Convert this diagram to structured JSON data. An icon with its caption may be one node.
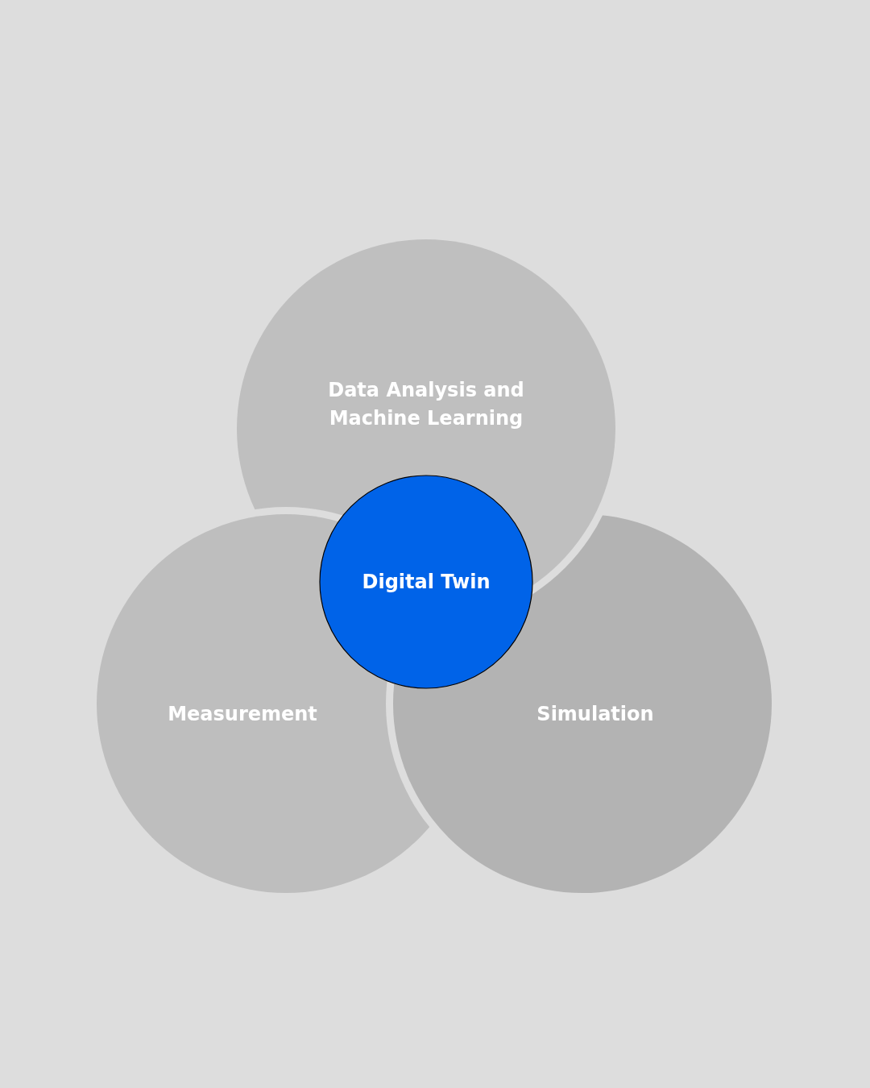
{
  "diagram": {
    "nodes": [
      {
        "text": [
          "Data Analysis and Machine Learning"
        ]
      },
      {
        "text": [
          "Measurement"
        ]
      },
      {
        "text": [
          "Simulation"
        ]
      },
      {
        "text": [
          "Digital Twin"
        ]
      }
    ]
  }
}
